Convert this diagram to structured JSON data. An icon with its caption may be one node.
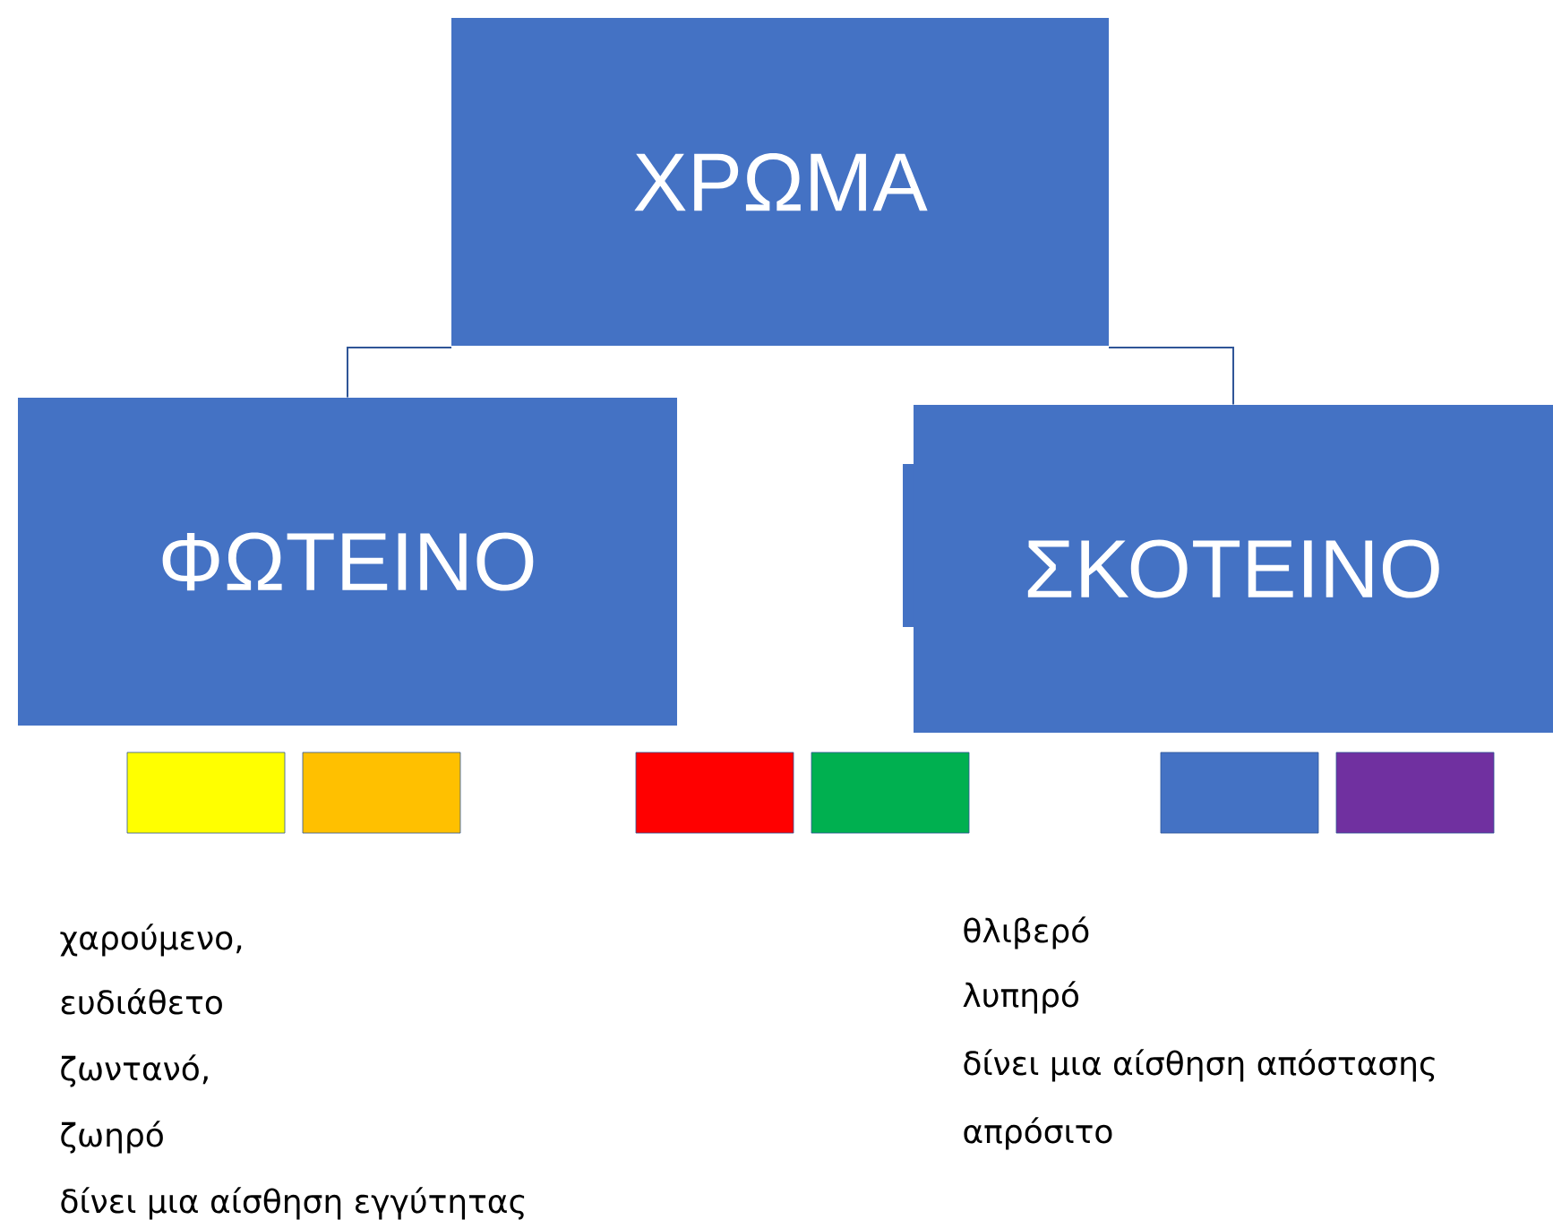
{
  "diagram": {
    "nodes": [
      {
        "text": [
          "ΧΡΩΜΑ"
        ]
      },
      {
        "text": [
          "ΦΩΤΕΙΝΟ"
        ]
      },
      {
        "text": [
          "ΣΚΟΤΕΙΝΟ"
        ]
      },
      {
        "text": [],
        "shape": "box"
      },
      {
        "text": [],
        "shape": "box"
      },
      {
        "text": [],
        "shape": "box"
      },
      {
        "text": [],
        "shape": "box"
      },
      {
        "text": [],
        "shape": "box"
      },
      {
        "text": [],
        "shape": "box"
      }
    ],
    "edges": [
      {
        "from": 0,
        "to": 1,
        "arrow": "none"
      },
      {
        "from": 0,
        "to": 2,
        "arrow": "none"
      }
    ],
    "labels": [
      "χαρούμενο,",
      "ευδιάθετο",
      "ζωντανό,",
      "ζωηρό",
      "δίνει μια αίσθηση εγγύτητας",
      "θλιβερό",
      "λυπηρό",
      "δίνει μια αίσθηση απόστασης",
      "απρόσιτο"
    ]
  }
}
